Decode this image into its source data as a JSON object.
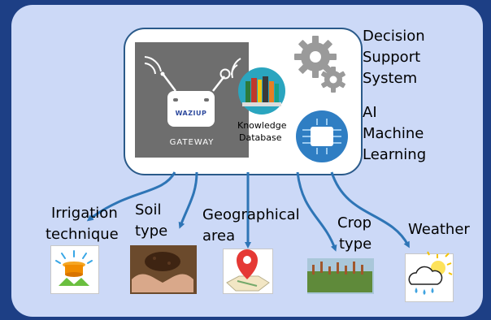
{
  "hub": {
    "gateway_brand": "WAZIUP",
    "gateway_label": "GATEWAY",
    "knowledge_db": [
      "Knowledge",
      "Database"
    ]
  },
  "services": {
    "dss": [
      "Decision",
      "Support",
      "System"
    ],
    "ml": [
      "AI",
      "Machine",
      "Learning"
    ]
  },
  "sources": {
    "irrigation": [
      "Irrigation",
      "technique"
    ],
    "soil": [
      "Soil",
      "type"
    ],
    "geo": [
      "Geographical",
      "area"
    ],
    "crop": [
      "Crop",
      "type"
    ],
    "weather": [
      "Weather"
    ]
  },
  "colors": {
    "background": "#1d3f85",
    "panel": "#ccd9f7",
    "hub_border": "#2a5a8a",
    "arrow": "#2e75b6"
  },
  "icons": [
    "router-icon",
    "books-icon",
    "gear-icon",
    "chip-icon",
    "sprinkler-icon",
    "soil-icon",
    "map-pin-icon",
    "crop-field-icon",
    "weather-icon"
  ]
}
